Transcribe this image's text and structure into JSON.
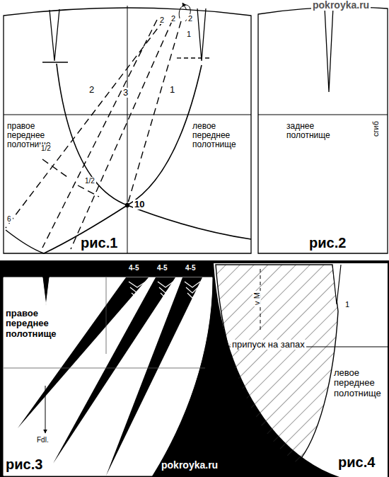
{
  "diagram": {
    "labels": [
      "pokroyka.ru",
      "2",
      "2",
      "2",
      "1",
      "2",
      "3",
      "1",
      "правое переднее полотнище",
      "левое переднее полотнище",
      "1/2",
      "1/2",
      "10",
      "6",
      "рис.1",
      "заднее полотнище",
      "сгиб",
      "рис.2",
      "4-5",
      "4-5",
      "4-5",
      "правое переднее полотнище",
      "Fdl.",
      "рис.3",
      "pokroyka.ru",
      "v M",
      "1",
      "припуск на запах",
      "левое переднее полотнище",
      "рис.4"
    ]
  }
}
